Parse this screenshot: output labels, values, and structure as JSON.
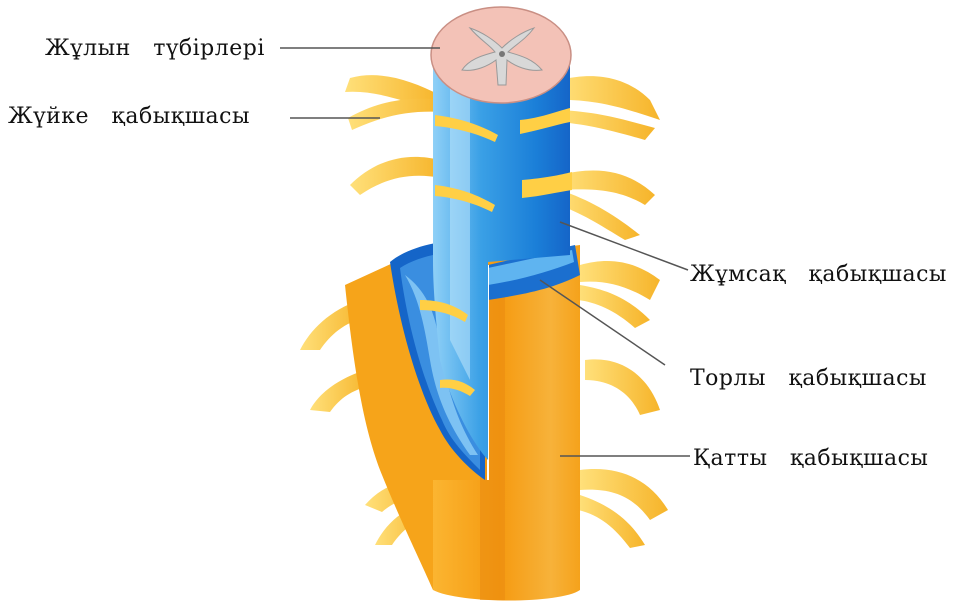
{
  "labels": {
    "roots": "Жұлын   түбірлері",
    "nerve_sheath": "Жүйке   қабықшасы",
    "pia": "Жұмсақ   қабықшасы",
    "arachnoid": "Торлы   қабықшасы",
    "dura": "Қатты   қабықшасы"
  },
  "colors": {
    "dura_orange": "#f7a51c",
    "dura_dark": "#e98a10",
    "nerve_yellow": "#fbd24a",
    "cord_blue": "#3aa0e6",
    "cord_blue_dark": "#1565c8",
    "cord_blue_light": "#8fd0f7",
    "section_pink": "#f3c2b7",
    "gray_matter": "#d8d8d8",
    "leader_line": "#555555"
  }
}
